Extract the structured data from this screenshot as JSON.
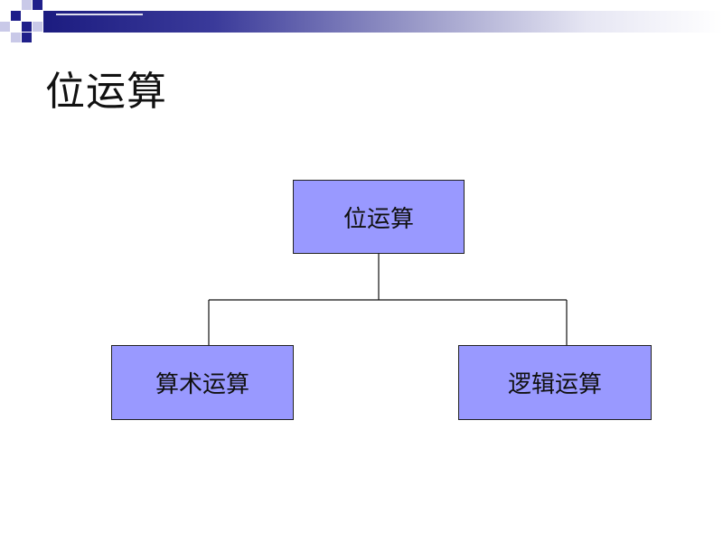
{
  "slide": {
    "title": "位运算",
    "accent_color": "#1f1f8a",
    "node_fill": "#9999ff"
  },
  "diagram": {
    "root": {
      "label": "位运算"
    },
    "children": [
      {
        "label": "算术运算"
      },
      {
        "label": "逻辑运算"
      }
    ]
  }
}
